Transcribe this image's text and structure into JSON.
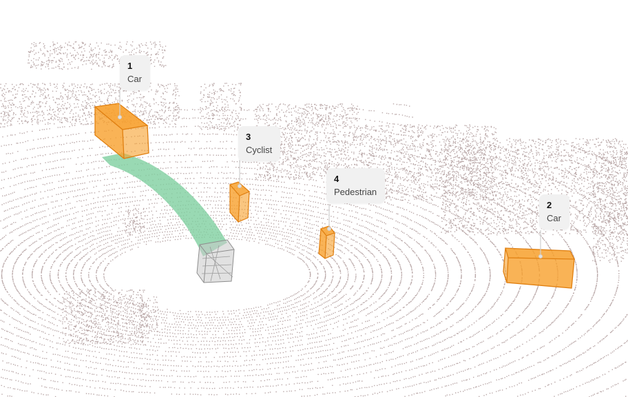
{
  "colors": {
    "point": "#8a6d6d",
    "box_fill": "#f7a02c",
    "box_edge": "#e07f10",
    "trajectory": "#7fcfa0",
    "ego": "#8d8d8d",
    "callout_bg": "#f1f1f1"
  },
  "annotations": [
    {
      "id": "1",
      "label": "Car"
    },
    {
      "id": "2",
      "label": "Car"
    },
    {
      "id": "3",
      "label": "Cyclist"
    },
    {
      "id": "4",
      "label": "Pedestrian"
    }
  ],
  "icons": {
    "ego_vehicle": "ego-vehicle-icon"
  }
}
